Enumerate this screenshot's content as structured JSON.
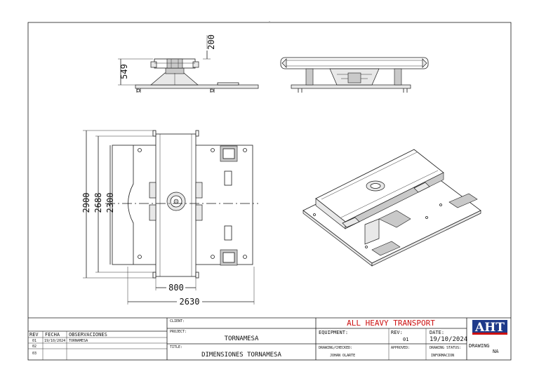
{
  "dimensions": {
    "height_total": "549",
    "height_top": "200",
    "length_2900": "2900",
    "length_2688": "2688",
    "length_2300": "2300",
    "width_800": "800",
    "width_2630": "2630"
  },
  "title_block": {
    "rev_header": "REV",
    "fecha_header": "FECHA",
    "obs_header": "OBSERVACIONES",
    "rows": [
      {
        "rev": "01",
        "fecha": "19/10/2024",
        "obs": "TORNAMESA"
      },
      {
        "rev": "02",
        "fecha": "",
        "obs": ""
      },
      {
        "rev": "03",
        "fecha": "",
        "obs": ""
      }
    ],
    "client_label": "CLIENT:",
    "client_value": "ALL HEAVY TRANSPORT",
    "project_label": "PROJECT:",
    "project_value": "TORNAMESA",
    "title_label": "TITLE:",
    "title_value": "DIMENSIONES TORNAMESA",
    "equipment_label": "EQUIPMENT:",
    "rev_label": "REV:",
    "rev_value": "01",
    "date_label": "DATE:",
    "date_value": "19/10/2024",
    "drawn_label": "DRAWING/CHECKED:",
    "drawn_value": "JOHAN OLARTE",
    "approved_label": "APPROVED:",
    "status_label": "DRAWING STATUS:",
    "status_value": "INFORMACION",
    "drawing_label": "DRAWING",
    "drawing_value": "NA",
    "logo_text": "AHT"
  },
  "colors": {
    "client_text": "#cc1111",
    "logo_bg": "#1f3a8a",
    "logo_red": "#cc1111"
  }
}
